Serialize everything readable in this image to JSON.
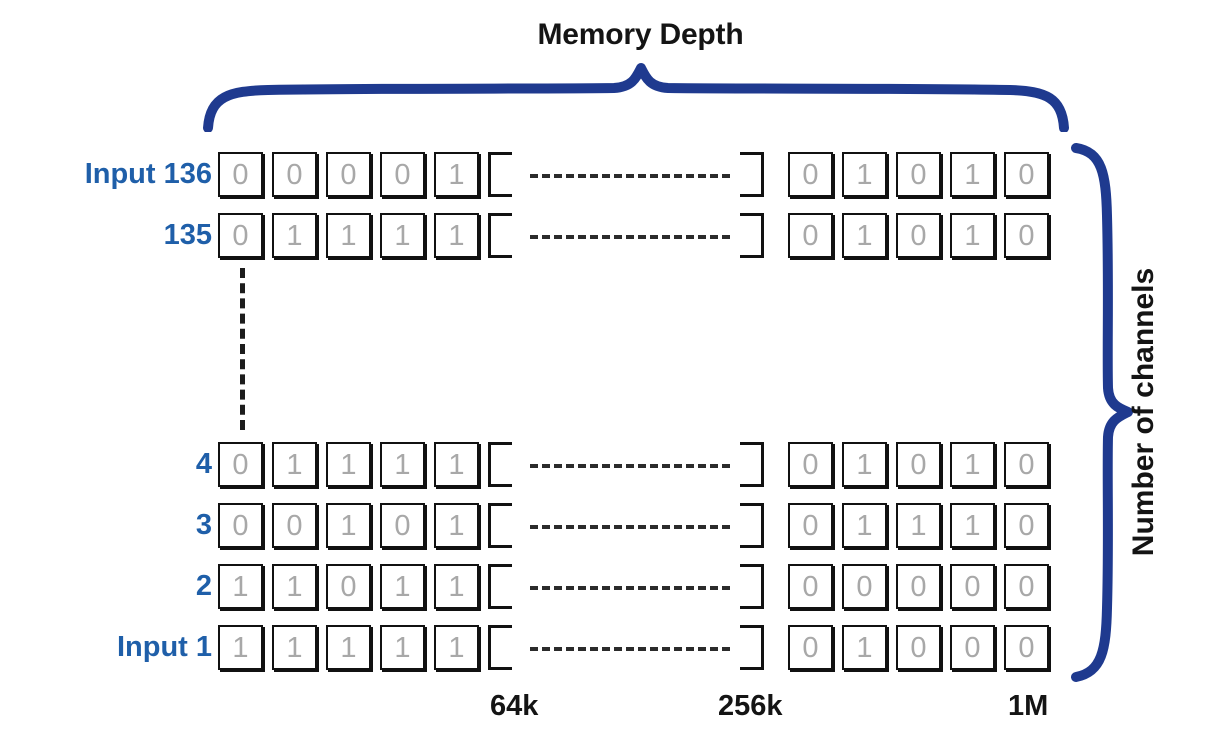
{
  "figure": {
    "top_title": "Memory Depth",
    "right_title": "Number of channels",
    "brace_color": "#1f3a8f",
    "label_color": "#1f5fa9",
    "cell_border_color": "#111111",
    "bit_text_color": "#a8a8a8"
  },
  "rows": [
    {
      "label": "Input 136",
      "left_bits": [
        "0",
        "0",
        "0",
        "0",
        "1"
      ],
      "right_bits": [
        "0",
        "1",
        "0",
        "1",
        "0"
      ]
    },
    {
      "label": "135",
      "left_bits": [
        "0",
        "1",
        "1",
        "1",
        "1"
      ],
      "right_bits": [
        "0",
        "1",
        "0",
        "1",
        "0"
      ]
    },
    {
      "label": "4",
      "left_bits": [
        "0",
        "1",
        "1",
        "1",
        "1"
      ],
      "right_bits": [
        "0",
        "1",
        "0",
        "1",
        "0"
      ]
    },
    {
      "label": "3",
      "left_bits": [
        "0",
        "0",
        "1",
        "0",
        "1"
      ],
      "right_bits": [
        "0",
        "1",
        "1",
        "1",
        "0"
      ]
    },
    {
      "label": "2",
      "left_bits": [
        "1",
        "1",
        "0",
        "1",
        "1"
      ],
      "right_bits": [
        "0",
        "0",
        "0",
        "0",
        "0"
      ]
    },
    {
      "label": "Input 1",
      "left_bits": [
        "1",
        "1",
        "1",
        "1",
        "1"
      ],
      "right_bits": [
        "0",
        "1",
        "0",
        "0",
        "0"
      ]
    }
  ],
  "axis_ticks": [
    {
      "label": "64k"
    },
    {
      "label": "256k"
    },
    {
      "label": "1M"
    }
  ],
  "chart_data": {
    "type": "table",
    "title": "Memory Depth",
    "xlabel": "Memory Depth",
    "ylabel": "Number of channels",
    "row_labels": [
      "Input 136",
      "135",
      "4",
      "3",
      "2",
      "Input 1"
    ],
    "tick_labels": [
      "64k",
      "256k",
      "1M"
    ],
    "values": [
      [
        "0",
        "0",
        "0",
        "0",
        "1",
        "…",
        "0",
        "1",
        "0",
        "1",
        "0"
      ],
      [
        "0",
        "1",
        "1",
        "1",
        "1",
        "…",
        "0",
        "1",
        "0",
        "1",
        "0"
      ],
      [
        "0",
        "1",
        "1",
        "1",
        "1",
        "…",
        "0",
        "1",
        "0",
        "1",
        "0"
      ],
      [
        "0",
        "0",
        "1",
        "0",
        "1",
        "…",
        "0",
        "1",
        "1",
        "1",
        "0"
      ],
      [
        "1",
        "1",
        "0",
        "1",
        "1",
        "…",
        "0",
        "0",
        "0",
        "0",
        "0"
      ],
      [
        "1",
        "1",
        "1",
        "1",
        "1",
        "…",
        "0",
        "1",
        "0",
        "0",
        "0"
      ]
    ],
    "grid": false,
    "legend": "none"
  }
}
